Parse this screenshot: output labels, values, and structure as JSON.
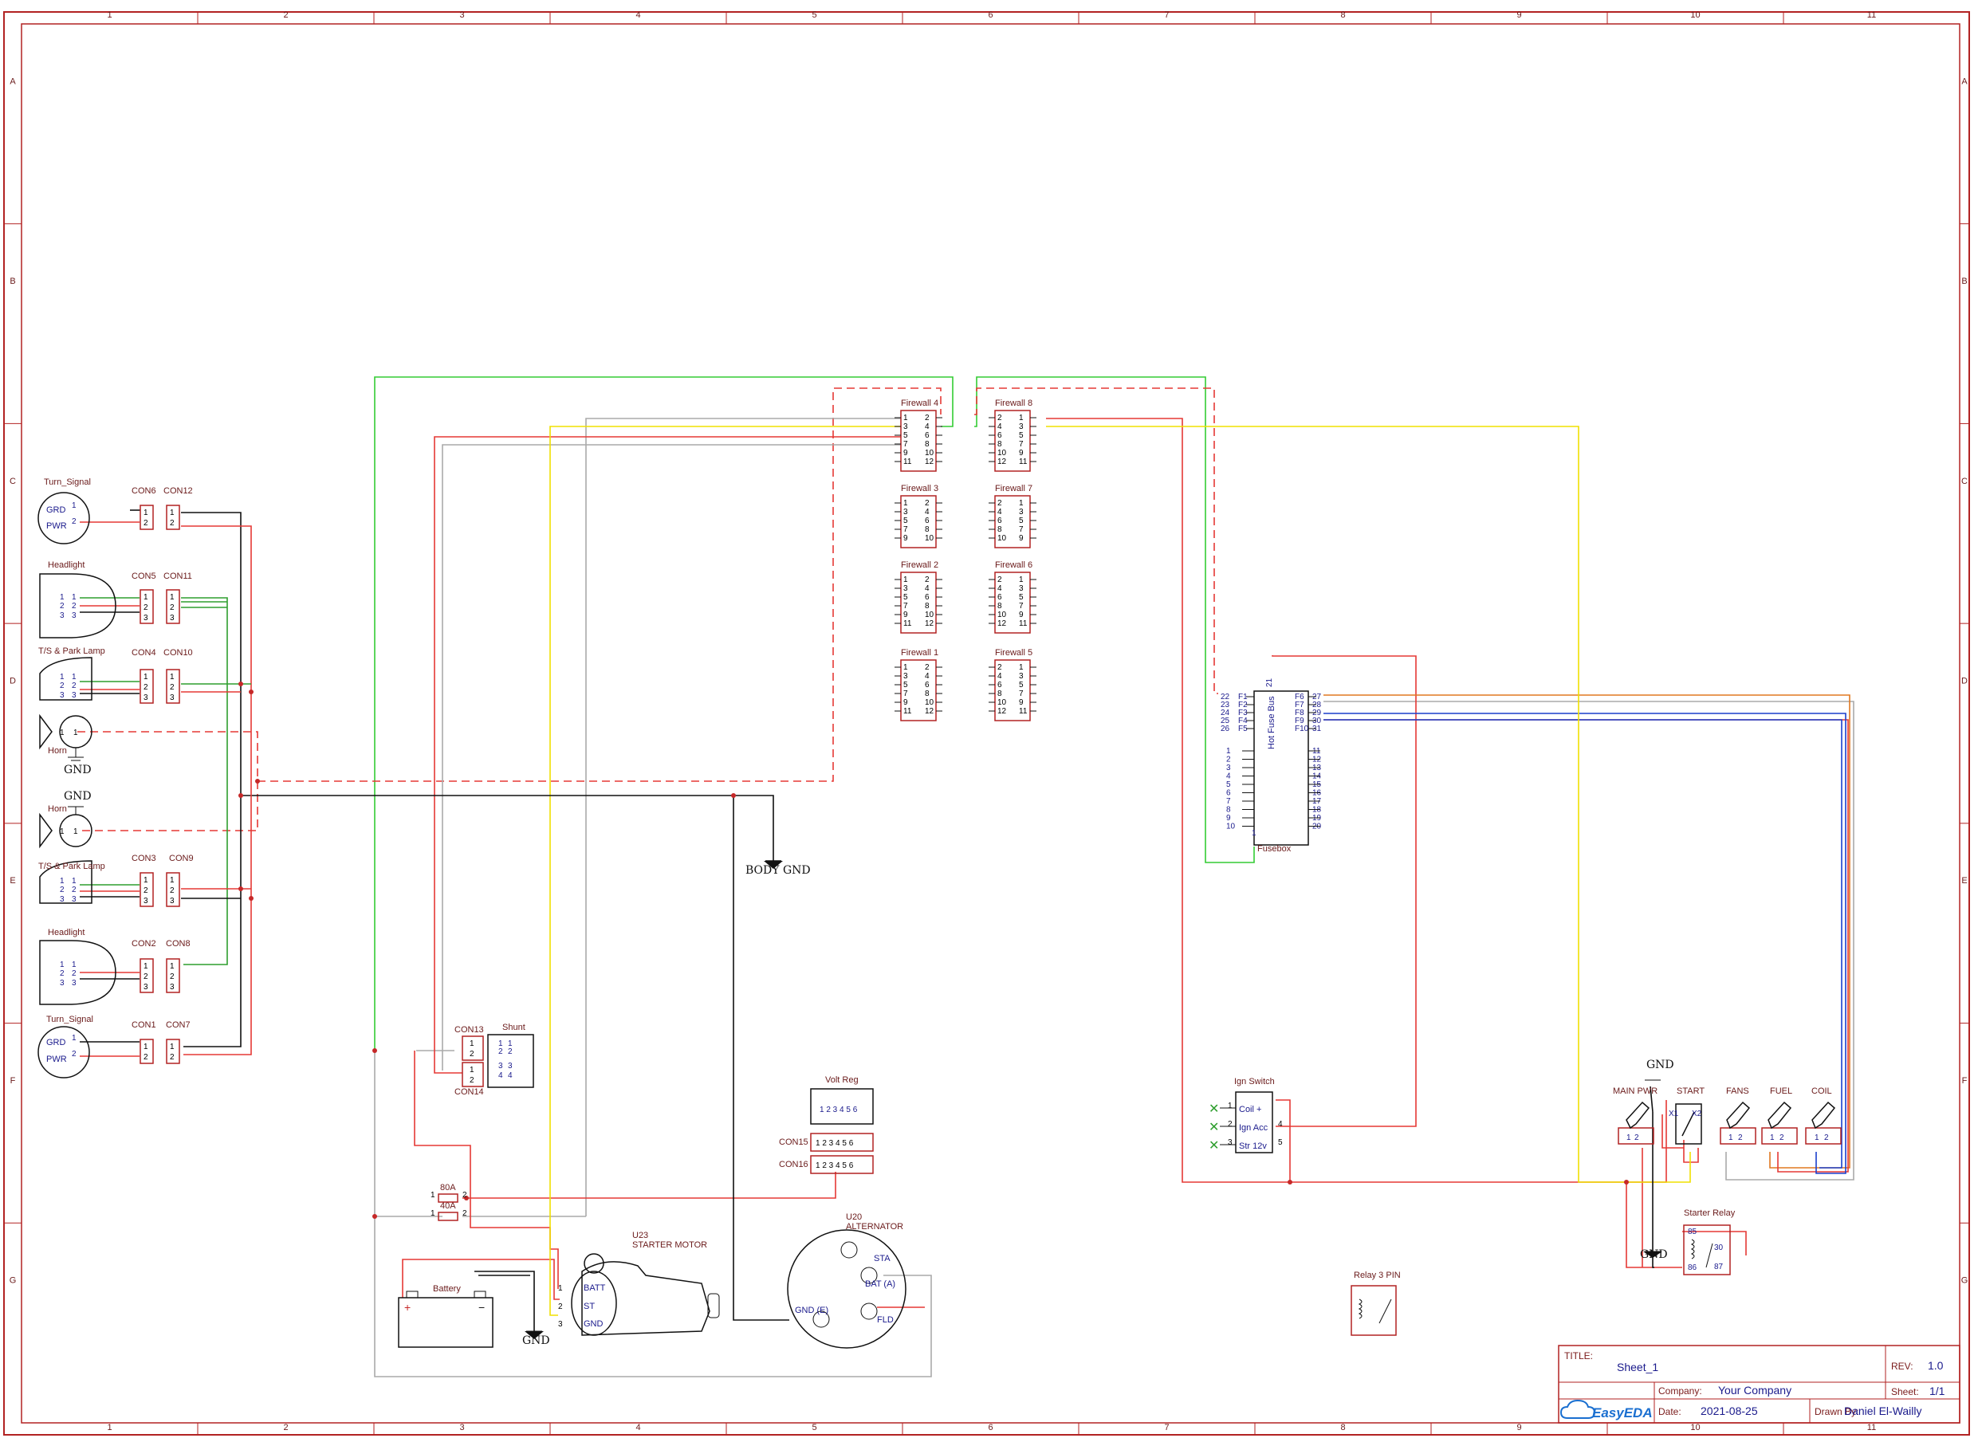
{
  "border": {
    "columns": [
      "1",
      "2",
      "3",
      "4",
      "5",
      "6",
      "7",
      "8",
      "9",
      "10",
      "11"
    ],
    "rows": [
      "A",
      "B",
      "C",
      "D",
      "E",
      "F",
      "G"
    ]
  },
  "labels": {
    "turn_signal": "Turn_Signal",
    "headlight": "Headlight",
    "ts_park_lamp": "T/S & Park Lamp",
    "horn": "Horn",
    "gnd": "GND",
    "grd": "GRD",
    "pwr": "PWR",
    "body_gnd": "BODY GND",
    "con1": "CON1",
    "con2": "CON2",
    "con3": "CON3",
    "con4": "CON4",
    "con5": "CON5",
    "con6": "CON6",
    "con7": "CON7",
    "con8": "CON8",
    "con9": "CON9",
    "con10": "CON10",
    "con11": "CON11",
    "con12": "CON12",
    "con13": "CON13",
    "con14": "CON14",
    "con15": "CON15",
    "con16": "CON16",
    "shunt": "Shunt",
    "volt_reg": "Volt Reg",
    "fuse_80a": "80A",
    "fuse_40a": "40A",
    "battery": "Battery",
    "u23": "U23",
    "starter_motor": "STARTER MOTOR",
    "batt": "BATT",
    "st": "ST",
    "gnd_pin": "GND",
    "u20": "U20",
    "alternator": "ALTERNATOR",
    "sta": "STA",
    "bat_a": "BAT (A)",
    "gnd_e": "GND (E)",
    "fld": "FLD",
    "firewall1": "Firewall 1",
    "firewall2": "Firewall 2",
    "firewall3": "Firewall 3",
    "firewall4": "Firewall 4",
    "firewall5": "Firewall 5",
    "firewall6": "Firewall 6",
    "firewall7": "Firewall 7",
    "firewall8": "Firewall 8",
    "hot_fuse_bus": "Hot Fuse Bus",
    "fusebox": "Fusebox",
    "ign_switch": "Ign Switch",
    "coil_plus": "Coil +",
    "ign_acc": "Ign Acc",
    "str_12v": "Str 12v",
    "main_pwr": "MAIN PWR",
    "start": "START",
    "fans": "FANS",
    "fuel": "FUEL",
    "coil": "COIL",
    "starter_relay": "Starter Relay",
    "relay_3pin": "Relay 3 PIN"
  },
  "title_block": {
    "title_label": "TITLE:",
    "title": "Sheet_1",
    "rev_label": "REV:",
    "rev": "1.0",
    "company_label": "Company:",
    "company": "Your Company",
    "sheet_label": "Sheet:",
    "sheet": "1/1",
    "date_label": "Date:",
    "date": "2021-08-25",
    "drawn_label": "Drawn By:",
    "drawn_by": "Daniel El-Wailly",
    "logo": "EasyEDA"
  },
  "colors": {
    "frame": "#b22222",
    "wire_red": "#e53935",
    "wire_black": "#111111",
    "wire_green": "#2e9e2e",
    "wire_bright_green": "#33cc33",
    "wire_gray": "#aaaaaa",
    "wire_yellow": "#f0e000",
    "wire_blue": "#1a3fcc",
    "wire_orange": "#e07820",
    "text_blue": "#1a1a8c"
  }
}
